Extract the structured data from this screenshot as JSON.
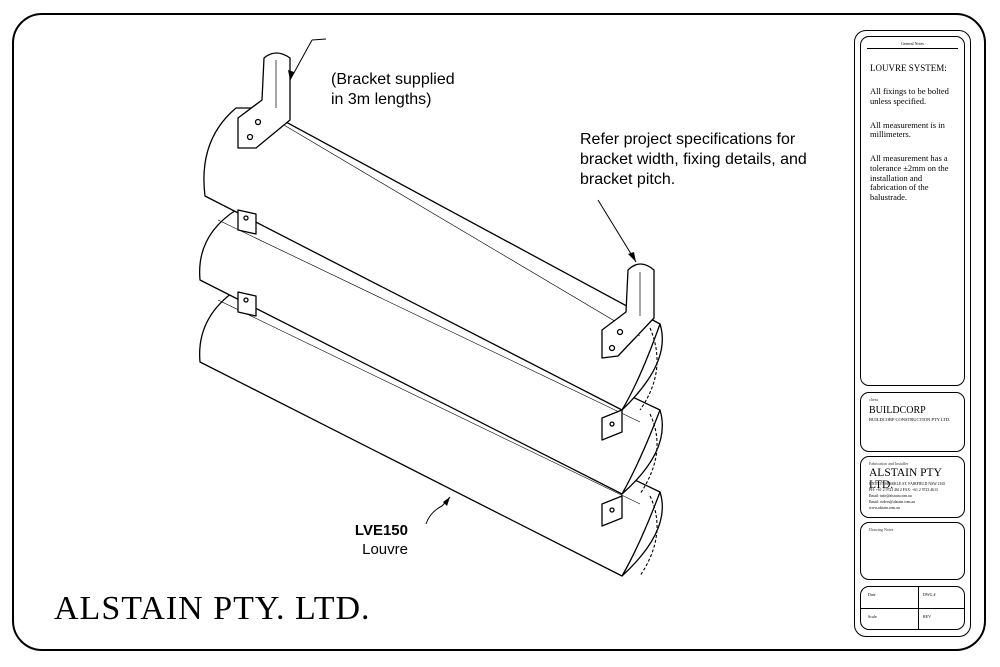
{
  "callouts": {
    "bracket_supply": [
      "(Bracket supplied",
      "in 3m lengths)"
    ],
    "refer_specs": [
      "Refer project specifications for",
      "bracket width, fixing details, and",
      "bracket pitch."
    ],
    "louvre_code": "LVE150",
    "louvre_name": "Louvre"
  },
  "company_watermark": "ALSTAIN PTY. LTD.",
  "title_block": {
    "notes_header": "General Notes",
    "system_title": "LOUVRE SYSTEM:",
    "notes": [
      "All fixings to be bolted unless specified.",
      "All measurement is in millimeters.",
      "All measurement has a tolerance ±2mm on the installation and fabrication of the balustrade."
    ],
    "client_label": "client",
    "client_name": "BUILDCORP",
    "client_full": "BUILDCORP CONSTRUCTION PTY LTD.",
    "company_label": "Fabrication and Installer",
    "company_name": "ALSTAIN PTY LTD.",
    "company_lines": [
      "UNIT 3/7 SPARKLE ST, FAIRFIELD NSW 2165",
      "PH: +61 2 9723 4612 FAX: +61 2 9723 4613",
      "Email: info@alstain.com.au",
      "Email: orders@alstain.com.au",
      "www.alstain.com.au"
    ],
    "drawing_notes_label": "Drawing Notes",
    "footer": {
      "date": "Date",
      "dwg": "DWG #",
      "scale": "Scale",
      "rev": "REV"
    }
  }
}
